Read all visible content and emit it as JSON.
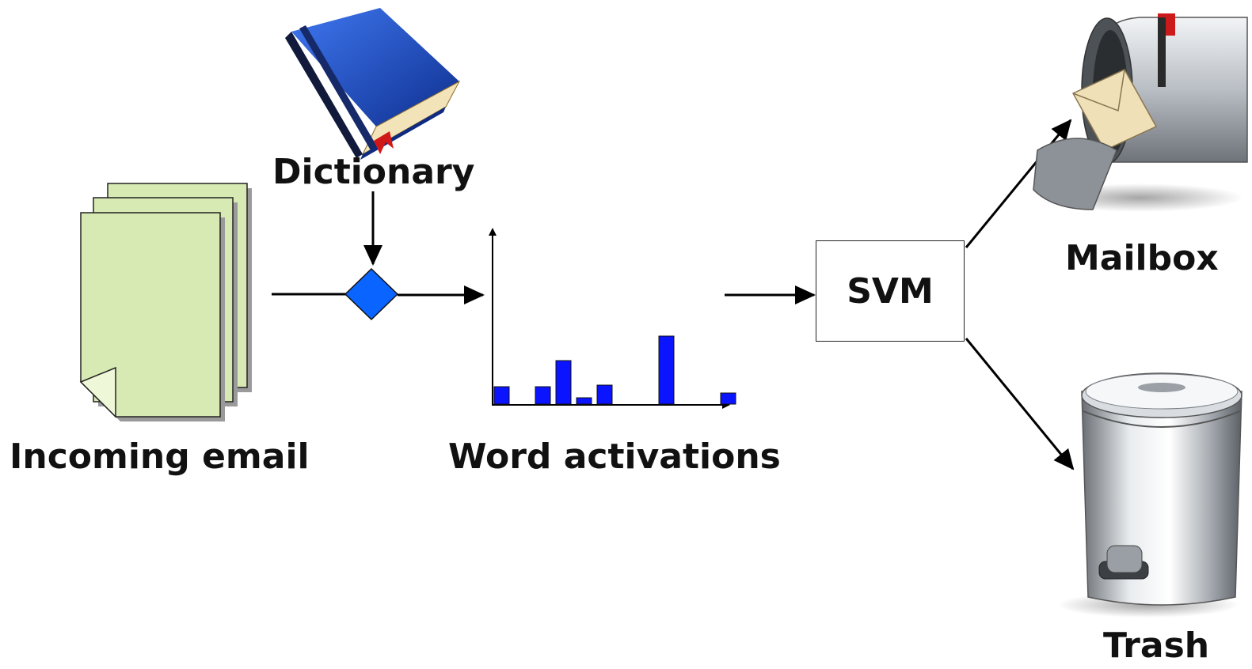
{
  "labels": {
    "dictionary": "Dictionary",
    "incoming_email": "Incoming email",
    "word_activations": "Word activations",
    "svm": "SVM",
    "mailbox": "Mailbox",
    "trash": "Trash"
  },
  "chart_data": {
    "type": "bar",
    "values": [
      22,
      0,
      22,
      55,
      8,
      24,
      0,
      0,
      86,
      0,
      0,
      14
    ],
    "ylim": [
      0,
      100
    ],
    "color": "#0a14ff"
  },
  "colors": {
    "page": "#d8eab4",
    "book_blue": "#1d4fc9",
    "diamond": "#0a64ff",
    "bar": "#0a14ff",
    "flag": "#cc1a1a"
  },
  "icons": [
    "book-icon",
    "documents-icon",
    "mailbox-icon",
    "trash-can-icon",
    "diamond-icon"
  ]
}
